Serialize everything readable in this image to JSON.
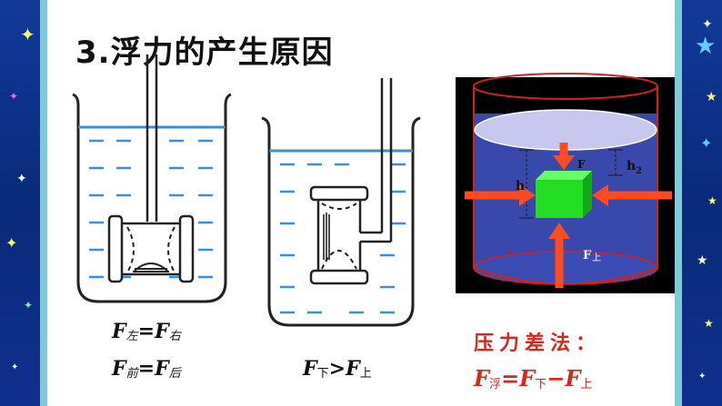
{
  "title": "3.浮力的产生原因",
  "left_beaker": {
    "eq1": {
      "a": "F",
      "a_sub": "左",
      "op": "=",
      "b": "F",
      "b_sub": "右"
    },
    "eq2": {
      "a": "F",
      "a_sub": "前",
      "op": "=",
      "b": "F",
      "b_sub": "后"
    }
  },
  "middle_beaker": {
    "eq": {
      "a": "F",
      "a_sub": "下",
      "op": ">",
      "b": "F",
      "b_sub": "上"
    }
  },
  "cylinder": {
    "label_h1": "h",
    "label_h2": "h",
    "label_h2_sub": "2",
    "label_f_top": "F",
    "label_f_bottom": "F",
    "label_f_bottom_sub": "上"
  },
  "method_label": "压力差法：",
  "formula": {
    "a": "F",
    "a_sub": "浮",
    "op1": "=",
    "b": "F",
    "b_sub": "下",
    "op2": "−",
    "c": "F",
    "c_sub": "上"
  },
  "colors": {
    "border": "#123a9a",
    "water_line": "#3a8fd8",
    "arrow": "#ff4b1f",
    "cube": "#22dd22",
    "formula": "#d9261c"
  }
}
